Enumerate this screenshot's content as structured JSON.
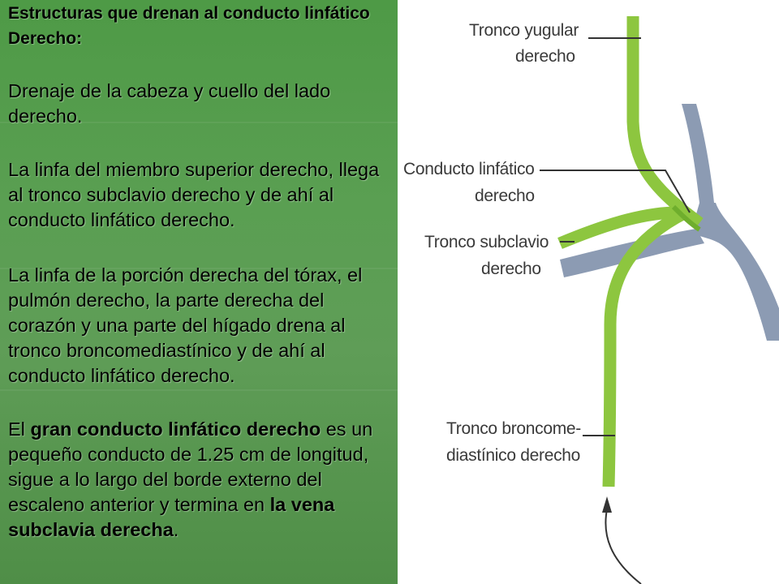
{
  "text": {
    "heading": "Estructuras que drenan al conducto linfático Derecho:",
    "p1": "Drenaje de la cabeza y cuello del lado derecho.",
    "p2": "La linfa del miembro superior derecho, llega al tronco subclavio derecho y de ahí al conducto linfático derecho.",
    "p3": "La linfa de la porción derecha del tórax, el pulmón derecho, la parte derecha del corazón y una parte del hígado drena al tronco broncomediastínico y de ahí al conducto linfático derecho.",
    "p4_a": "El",
    "p4_b": "gran conducto linfático derecho",
    "p4_c": "es un pequeño conducto de 1.25 cm de longitud, sigue a lo largo del borde externo del escaleno anterior y termina en",
    "p4_d": "la vena subclavia derecha",
    "p4_e": "."
  },
  "labels": {
    "yugular_1": "Tronco yugular",
    "yugular_2": "derecho",
    "conducto_1": "Conducto linfático",
    "conducto_2": "derecho",
    "subclavio_1": "Tronco subclavio",
    "subclavio_2": "derecho",
    "bronco_1": "Tronco broncome-",
    "bronco_2": "diastínico derecho"
  },
  "colors": {
    "panel_green": "#569a4e",
    "lymph_green": "#8dc63f",
    "vein_blue": "#8c9bb3"
  }
}
